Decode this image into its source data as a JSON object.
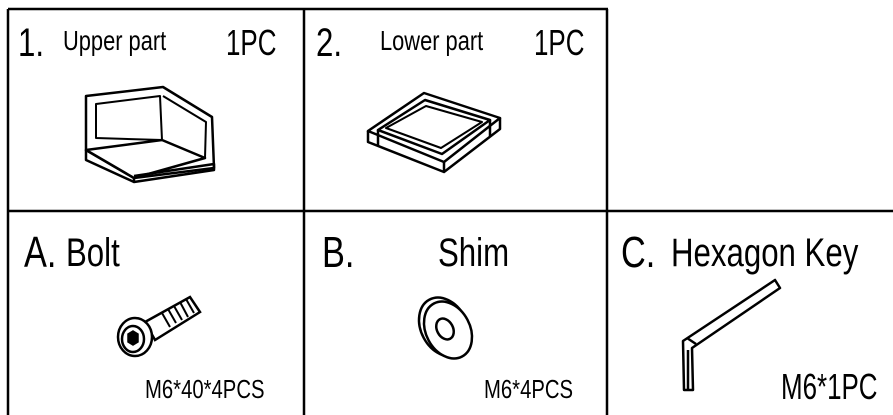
{
  "parts": [
    {
      "index": "1.",
      "name": "Upper part",
      "qty": "1PC"
    },
    {
      "index": "2.",
      "name": "Lower part",
      "qty": "1PC"
    }
  ],
  "hardware": [
    {
      "letter": "A.",
      "name": "Bolt",
      "spec": "M6*40*4PCS",
      "icon": "bolt-icon"
    },
    {
      "letter": "B.",
      "name": "Shim",
      "spec": "M6*4PCS",
      "icon": "washer-icon"
    },
    {
      "letter": "C.",
      "name": "Hexagon Key",
      "spec": "M6*1PC",
      "icon": "hex-key-icon"
    }
  ],
  "colors": {
    "line": "#000000",
    "background": "#ffffff"
  }
}
